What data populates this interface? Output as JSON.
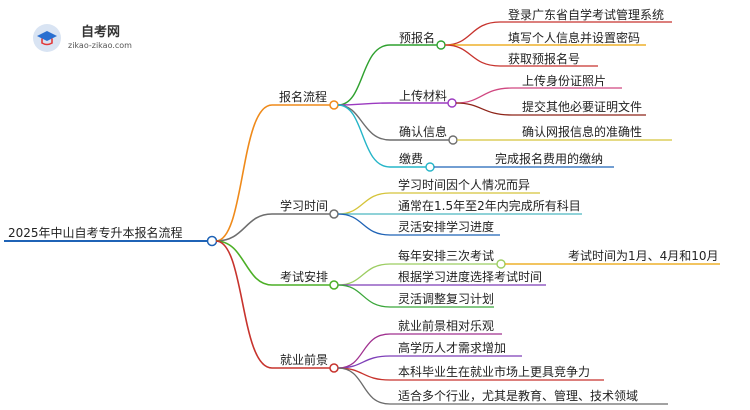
{
  "logo": {
    "title": "自考网",
    "url": "zikao-zikao.com"
  },
  "root": "2025年中山自考专升本报名流程",
  "colors": {
    "root_line": "#1f63b6",
    "branch1": "#ef8a1a",
    "branch2": "#6d6d6d",
    "branch3": "#4caf26",
    "branch4": "#c7332d",
    "sub_prereg": "#2fa12f",
    "sub_upload": "#9b3ac0",
    "sub_confirm": "#6d6d6d",
    "sub_pay": "#25b5c8",
    "leaf_red": "#c7332d",
    "leaf_orange": "#e9a000",
    "leaf_yellow": "#d5c43a",
    "leaf_pink": "#d04780",
    "leaf_darkred": "#8e2419",
    "leaf_gray": "#6b6b6b",
    "leaf_teal": "#4cb6c1",
    "leaf_blue": "#1f63b6",
    "leaf_green": "#3aa63a",
    "leaf_lightgreen": "#9ccd62",
    "leaf_purple": "#7e3fb8",
    "leaf_magenta": "#a0308f"
  },
  "branches": {
    "b1": {
      "label": "报名流程",
      "subs": {
        "prereg": {
          "label": "预报名",
          "leaves": [
            "登录广东省自学考试管理系统",
            "填写个人信息并设置密码",
            "获取预报名号"
          ]
        },
        "upload": {
          "label": "上传材料",
          "leaves": [
            "上传身份证照片",
            "提交其他必要证明文件"
          ]
        },
        "confirm": {
          "label": "确认信息",
          "leaves": [
            "确认网报信息的准确性"
          ]
        },
        "pay": {
          "label": "缴费",
          "leaves": [
            "完成报名费用的缴纳"
          ]
        }
      }
    },
    "b2": {
      "label": "学习时间",
      "leaves": [
        "学习时间因个人情况而异",
        "通常在1.5年至2年内完成所有科目",
        "灵活安排学习进度"
      ]
    },
    "b3": {
      "label": "考试安排",
      "leaves": [
        "每年安排三次考试",
        "根据学习进度选择考试时间",
        "灵活调整复习计划"
      ],
      "sub_leaf": "考试时间为1月、4月和10月"
    },
    "b4": {
      "label": "就业前景",
      "leaves": [
        "就业前景相对乐观",
        "高学历人才需求增加",
        "本科毕业生在就业市场上更具竞争力",
        "适合多个行业，尤其是教育、管理、技术领域"
      ]
    }
  }
}
